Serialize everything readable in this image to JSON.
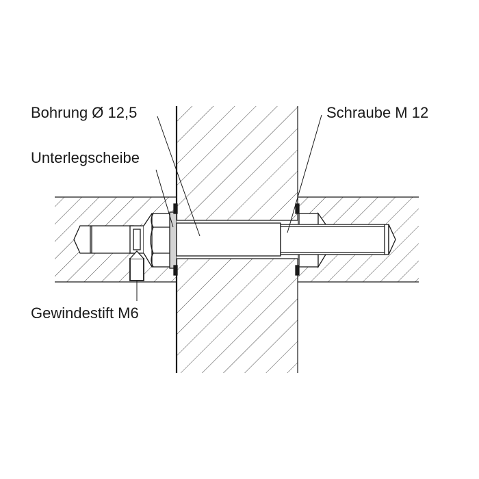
{
  "labels": {
    "bohrung": "Bohrung Ø 12,5",
    "unterlegscheibe": "Unterlegscheibe",
    "schraube": "Schraube M 12",
    "gewindestift": "Gewindestift M6"
  },
  "colors": {
    "line": "#1a1a1a",
    "washer": "#d4d4d4",
    "background": "#ffffff"
  }
}
